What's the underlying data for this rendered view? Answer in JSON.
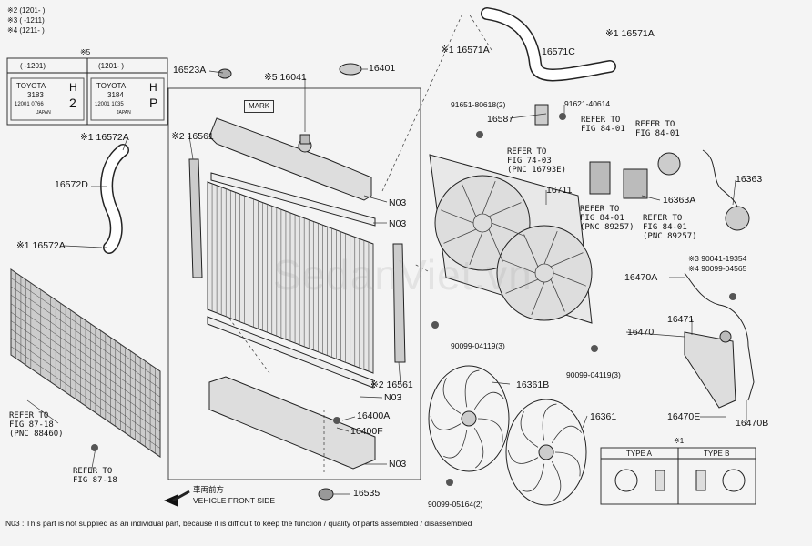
{
  "legend": {
    "line1": "※2 (1201-      )",
    "line2": "※3 (        -1211)",
    "line3": "※4 (1211-      )"
  },
  "cap_table": {
    "marker": "※5",
    "col1_header": "(      -1201)",
    "col2_header": "(1201-      )",
    "cap1": {
      "brand": "TOYOTA",
      "number": "3183",
      "code1": "H",
      "code2": "2",
      "fine": "12001  0766"
    },
    "cap2": {
      "brand": "TOYOTA",
      "number": "3184",
      "code1": "H",
      "code2": "P",
      "fine": "12001  1035"
    },
    "country": "JAPAN"
  },
  "parts": {
    "p16523A": "16523A",
    "p16041": "※5 16041",
    "p16401": "16401",
    "mark": "MARK",
    "p16561_top": "※2 16561",
    "n03_1": "N03",
    "n03_2": "N03",
    "n03_3": "N03",
    "n03_4": "N03",
    "p16561_bot": "※2 16561",
    "p16400A": "16400A",
    "p16400F": "16400F",
    "p16535": "16535",
    "p16572A_top": "※1 16572A",
    "p16572D": "16572D",
    "p16572A_bot": "※1 16572A",
    "p16571A_left": "※1 16571A",
    "p16571C": "16571C",
    "p16571A_right": "※1 16571A",
    "p91651": "91651-80618(2)",
    "p16587": "16587",
    "p91621": "91621-40614",
    "p16711": "16711",
    "p16363A": "16363A",
    "p16363": "16363",
    "p90041": "※3 90041-19354",
    "p90099_04565": "※4 90099-04565",
    "p16470A": "16470A",
    "p16471": "16471",
    "p16470": "16470",
    "p16470E": "16470E",
    "p16470B": "16470B",
    "p90099_04119_a": "90099-04119(3)",
    "p90099_04119_b": "90099-04119(3)",
    "p16361B": "16361B",
    "p16361": "16361",
    "p90099_05164": "90099-05164(2)"
  },
  "refs": {
    "r7403": "REFER TO\nFIG 74-03\n(PNC 16793E)",
    "r8401_a": "REFER TO\nFIG 84-01",
    "r8401_b": "REFER TO\nFIG 84-01",
    "r8401_c": "REFER TO\nFIG 84-01\n(PNC 89257)",
    "r8401_d": "REFER TO\nFIG 84-01\n(PNC 89257)",
    "r8718_a": "REFER TO\nFIG 87-18\n(PNC 88460)",
    "r8718_b": "REFER TO\nFIG 87-18"
  },
  "type_box": {
    "marker": "※1",
    "type_a": "TYPE A",
    "type_b": "TYPE B"
  },
  "front": {
    "kanji": "車両前方",
    "label": "VEHICLE FRONT SIDE"
  },
  "watermark": "SedanViet.vn",
  "footnote": "N03 : This part is not supplied as an individual part, because it is difficult to keep the function / quality of parts  assembled / disassembled"
}
